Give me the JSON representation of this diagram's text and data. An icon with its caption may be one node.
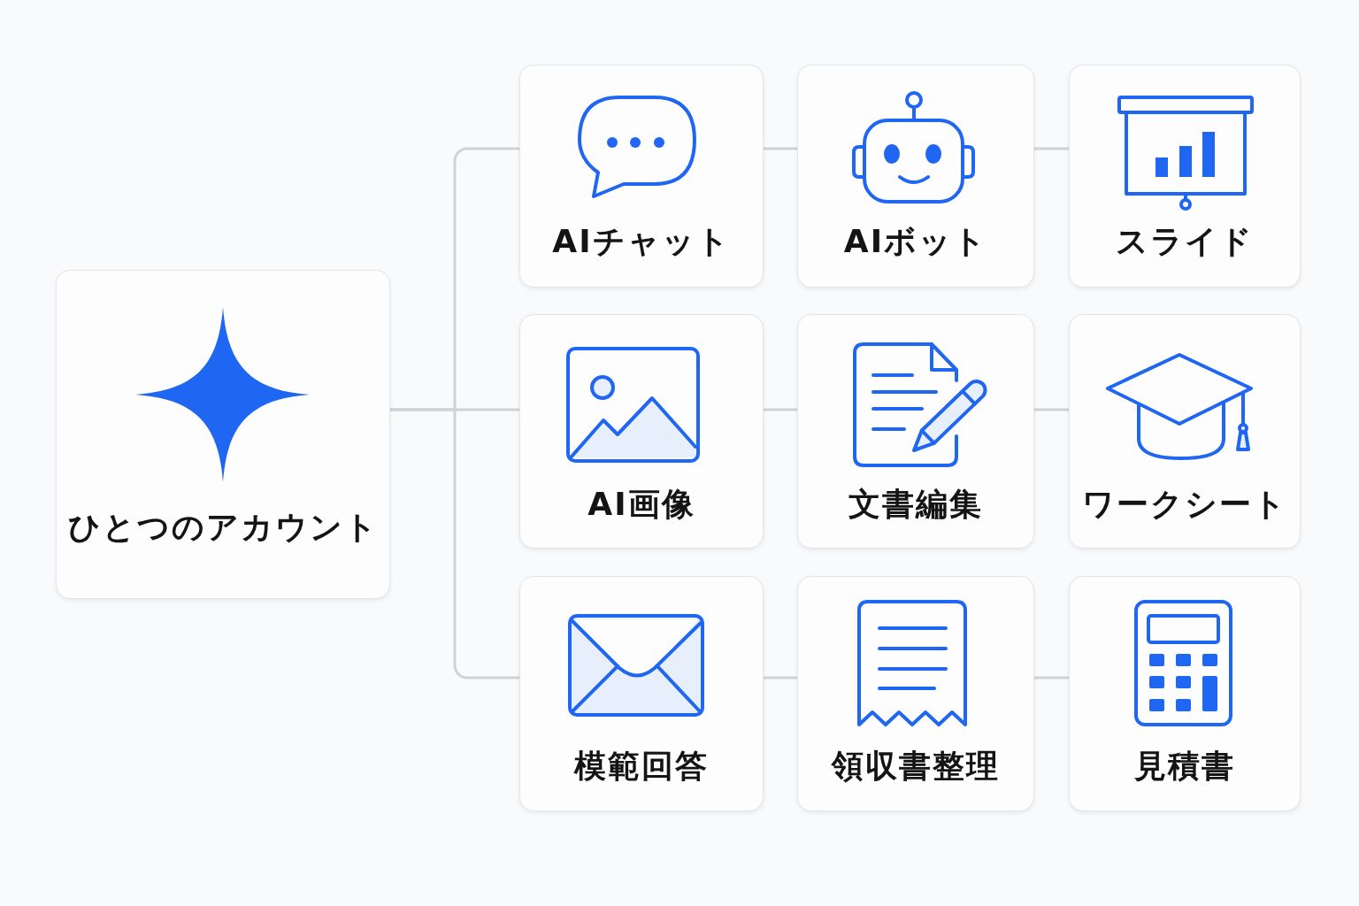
{
  "diagram": {
    "nodes": [
      {
        "text": [
          "ひとつのアカウント"
        ]
      },
      {
        "text": [
          "AIチャット"
        ]
      },
      {
        "text": [
          "AIボット"
        ]
      },
      {
        "text": [
          "スライド"
        ]
      },
      {
        "text": [
          "AI画像"
        ]
      },
      {
        "text": [
          "文書編集"
        ]
      },
      {
        "text": [
          "ワークシート"
        ]
      },
      {
        "text": [
          "模範回答"
        ]
      },
      {
        "text": [
          "領収書整理"
        ]
      },
      {
        "text": [
          "見積書"
        ]
      }
    ],
    "edges": [
      {
        "from": 0,
        "to": 1,
        "arrow": "none"
      },
      {
        "from": 0,
        "to": 4,
        "arrow": "none"
      },
      {
        "from": 0,
        "to": 7,
        "arrow": "none"
      },
      {
        "from": 1,
        "to": 2,
        "arrow": "none"
      },
      {
        "from": 2,
        "to": 3,
        "arrow": "none"
      },
      {
        "from": 4,
        "to": 5,
        "arrow": "none"
      },
      {
        "from": 5,
        "to": 6,
        "arrow": "none"
      },
      {
        "from": 7,
        "to": 8,
        "arrow": "none"
      },
      {
        "from": 8,
        "to": 9,
        "arrow": "none"
      }
    ]
  }
}
